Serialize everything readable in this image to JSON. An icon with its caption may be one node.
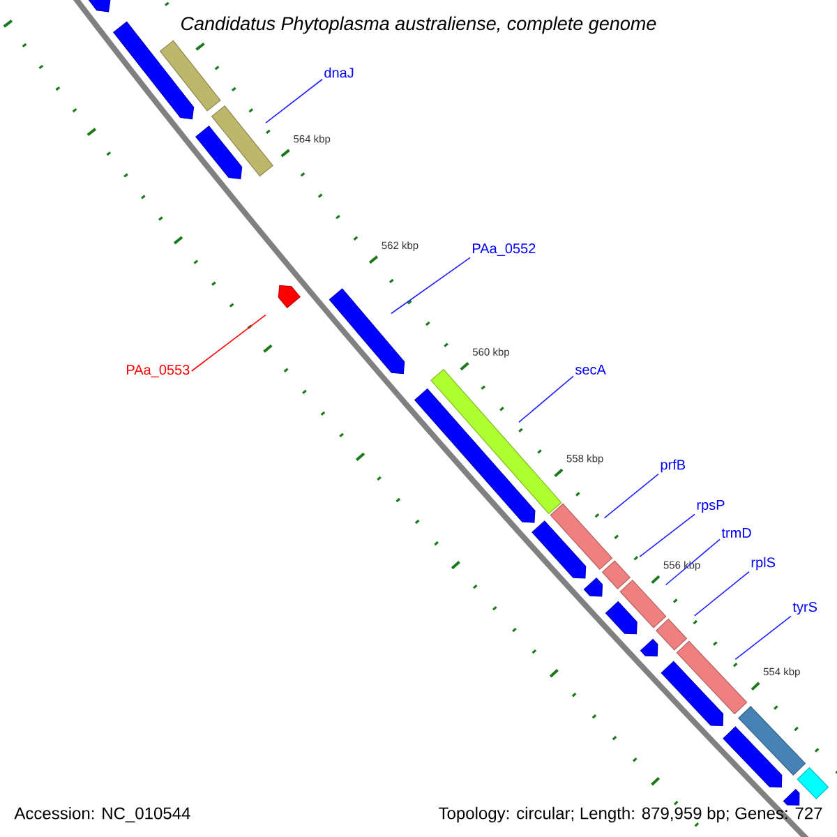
{
  "diagram": {
    "title": "Candidatus Phytoplasma australiense, complete genome",
    "nodes": [
      {
        "text": [],
        "shape": "bar"
      },
      {
        "text": [],
        "shape": "arrow"
      },
      {
        "text": [],
        "shape": "arrow"
      },
      {
        "text": [
          "dnaJ"
        ]
      },
      {
        "text": [],
        "shape": "bar"
      },
      {
        "text": [],
        "shape": "arrow"
      },
      {
        "text": [
          "PAa_0552"
        ]
      },
      {
        "text": [],
        "shape": "arrow"
      },
      {
        "text": [],
        "shape": "arrow"
      },
      {
        "text": [
          "PAa_0553"
        ]
      },
      {
        "text": [
          "secA"
        ]
      },
      {
        "text": [],
        "shape": "bar"
      },
      {
        "text": [],
        "shape": "arrow"
      },
      {
        "text": [
          "prfB"
        ]
      },
      {
        "text": [
          "rpsP"
        ]
      },
      {
        "text": [],
        "shape": "bar"
      },
      {
        "text": [],
        "shape": "arrow"
      },
      {
        "text": [
          "trmD"
        ]
      },
      {
        "text": [
          "rplS"
        ]
      },
      {
        "text": [],
        "shape": "bar"
      },
      {
        "text": [],
        "shape": "bar"
      },
      {
        "text": [],
        "shape": "arrow"
      },
      {
        "text": [
          "tyrS"
        ]
      },
      {
        "text": [],
        "shape": "arrow"
      },
      {
        "text": [],
        "shape": "bar"
      },
      {
        "text": [],
        "shape": "arrow"
      },
      {
        "text": [],
        "shape": "bar"
      },
      {
        "text": [],
        "shape": "arrow"
      },
      {
        "text": [],
        "shape": "bar"
      },
      {
        "text": [],
        "shape": "arrow"
      },
      {
        "text": [],
        "shape": "bar"
      },
      {
        "text": [],
        "shape": "arrow"
      }
    ],
    "edges": [
      {
        "from": 3,
        "to": 4,
        "arrow": "none"
      },
      {
        "from": 6,
        "to": 8,
        "arrow": "none"
      },
      {
        "from": 9,
        "to": 7,
        "arrow": "none",
        "color": "#ff0000"
      },
      {
        "from": 10,
        "to": 11,
        "arrow": "none"
      },
      {
        "from": 13,
        "to": 15,
        "arrow": "none"
      },
      {
        "from": 14,
        "to": 19,
        "arrow": "none"
      },
      {
        "from": 17,
        "to": 20,
        "arrow": "none"
      },
      {
        "from": 18,
        "to": 24,
        "arrow": "none"
      },
      {
        "from": 22,
        "to": 26,
        "arrow": "none"
      }
    ],
    "labels": [
      "564 kbp",
      "562 kbp",
      "560 kbp",
      "558 kbp",
      "556 kbp",
      "554 kbp",
      "Accession: NC_010544",
      "Topology: circular; Length: 879,959 bp; Genes: 727"
    ]
  }
}
